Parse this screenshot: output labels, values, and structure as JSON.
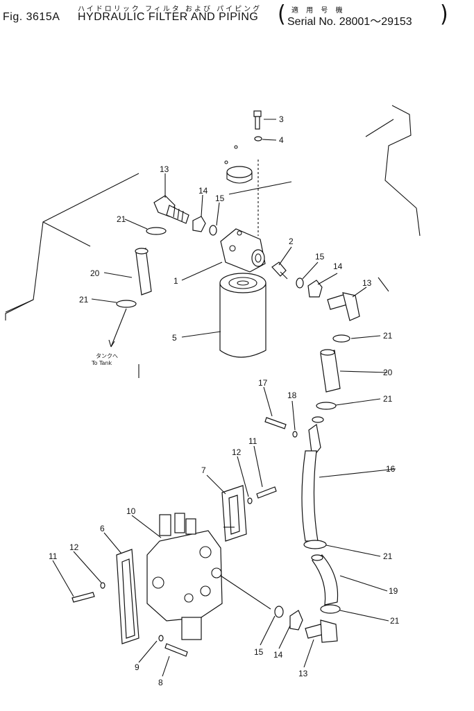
{
  "header": {
    "figure": "Fig. 3615A",
    "title_jp": "ハイドロリック フィルタ および パイピング",
    "title_en": "HYDRAULIC FILTER AND PIPING",
    "serial_jp": "適 用 号 機",
    "serial": "Serial No. 28001～29153"
  },
  "note": {
    "jp": "タンクへ",
    "en": "To Tank"
  },
  "callouts": [
    {
      "id": "c3",
      "num": "3"
    },
    {
      "id": "c4",
      "num": "4"
    },
    {
      "id": "c13a",
      "num": "13"
    },
    {
      "id": "c14a",
      "num": "14"
    },
    {
      "id": "c15a",
      "num": "15"
    },
    {
      "id": "c21a",
      "num": "21"
    },
    {
      "id": "c20a",
      "num": "20"
    },
    {
      "id": "c1",
      "num": "1"
    },
    {
      "id": "c21b",
      "num": "21"
    },
    {
      "id": "c5",
      "num": "5"
    },
    {
      "id": "c2",
      "num": "2"
    },
    {
      "id": "c15b",
      "num": "15"
    },
    {
      "id": "c14b",
      "num": "14"
    },
    {
      "id": "c13b",
      "num": "13"
    },
    {
      "id": "c21c",
      "num": "21"
    },
    {
      "id": "c20b",
      "num": "20"
    },
    {
      "id": "c17",
      "num": "17"
    },
    {
      "id": "c18",
      "num": "18"
    },
    {
      "id": "c21d",
      "num": "21"
    },
    {
      "id": "c16",
      "num": "16"
    },
    {
      "id": "c11a",
      "num": "11"
    },
    {
      "id": "c12a",
      "num": "12"
    },
    {
      "id": "c7",
      "num": "7"
    },
    {
      "id": "c10",
      "num": "10"
    },
    {
      "id": "c6",
      "num": "6"
    },
    {
      "id": "c12b",
      "num": "12"
    },
    {
      "id": "c11b",
      "num": "11"
    },
    {
      "id": "c21e",
      "num": "21"
    },
    {
      "id": "c19",
      "num": "19"
    },
    {
      "id": "c21f",
      "num": "21"
    },
    {
      "id": "c15c",
      "num": "15"
    },
    {
      "id": "c14c",
      "num": "14"
    },
    {
      "id": "c13c",
      "num": "13"
    },
    {
      "id": "c9",
      "num": "9"
    },
    {
      "id": "c8",
      "num": "8"
    }
  ]
}
